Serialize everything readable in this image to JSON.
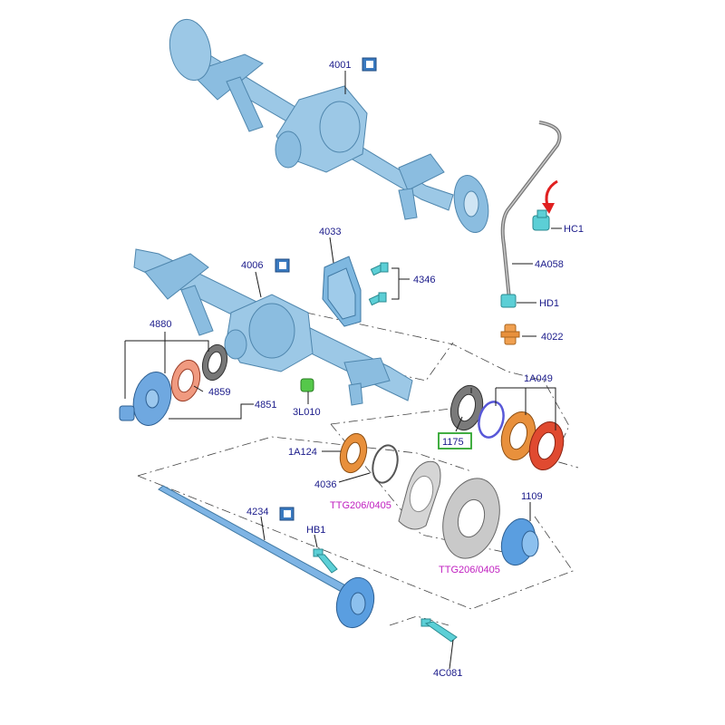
{
  "labels": {
    "p4001": "4001",
    "p4006": "4006",
    "p4033": "4033",
    "p4346": "4346",
    "hc1": "HC1",
    "p4a058": "4A058",
    "hd1": "HD1",
    "p4022": "4022",
    "p4880": "4880",
    "p1a049": "1A049",
    "p4859": "4859",
    "p4851": "4851",
    "p3l010": "3L010",
    "p1175": "1175",
    "p1a124": "1A124",
    "p4036": "4036",
    "ttg_top": "TTG206/0405",
    "p1109": "1109",
    "p4234": "4234",
    "hb1": "HB1",
    "ttg_bottom": "TTG206/0405",
    "p4c081": "4C081"
  },
  "colors": {
    "label_text": "#1a1a8a",
    "reference_text": "#c020c0",
    "highlight_box": "#2ea52e",
    "arrow": "#e02020",
    "axle": "#9cc8e6"
  },
  "icons": [
    "book-icon",
    "book-icon",
    "book-icon"
  ]
}
